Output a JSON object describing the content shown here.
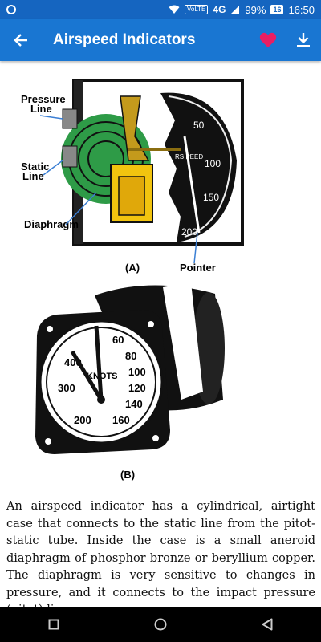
{
  "status_bar": {
    "volte": "VoLTE",
    "network": "4G",
    "battery": "99%",
    "battery_badge": "16",
    "time": "16:50"
  },
  "app_bar": {
    "title": "Airspeed Indicators",
    "accent_color": "#e91e63",
    "bar_color": "#1976d2"
  },
  "figure_a": {
    "label_pressure_line_1": "Pressure",
    "label_pressure_line_2": "Line",
    "label_static_line_1": "Static",
    "label_static_line_2": "Line",
    "label_diaphragm": "Diaphragm",
    "label_pointer": "Pointer",
    "dial_marks": [
      "50",
      "100",
      "150",
      "200"
    ],
    "dial_brand": "RS PEED",
    "caption": "(A)"
  },
  "figure_b": {
    "dial_text": "KNOTS",
    "dial_numbers": [
      "400",
      "300",
      "200",
      "160",
      "140",
      "120",
      "100",
      "80",
      "60"
    ],
    "caption": "(B)"
  },
  "article": {
    "paragraph": "An airspeed indicator has a cylindrical, airtight case that connects to the static line from the pitot-static tube. Inside the case is a small aneroid diaphragm of phosphor bronze or beryllium copper. The diaphragm is very sensitive to changes in pressure, and it connects to the impact pressure (pitot) line."
  }
}
